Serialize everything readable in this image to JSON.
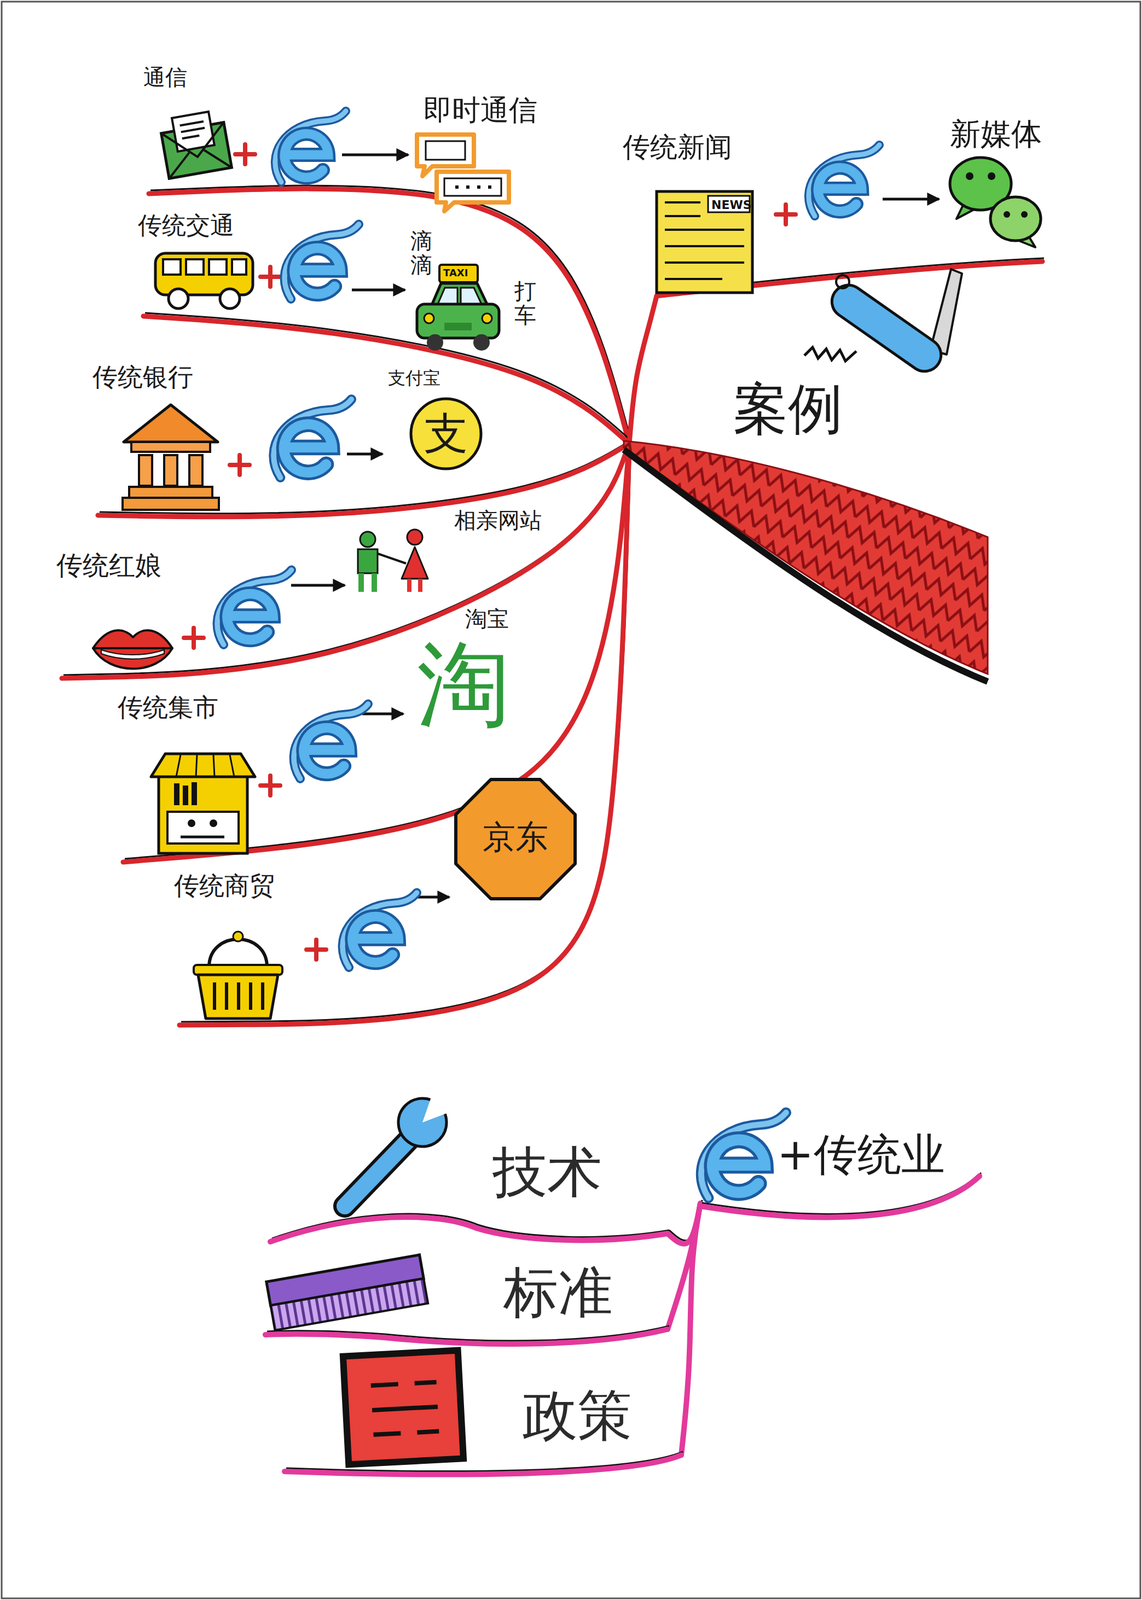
{
  "diagram": {
    "nodes": [
      {
        "text": [
          "案例"
        ]
      },
      {
        "text": [
          "通信"
        ]
      },
      {
        "text": [
          "即时通信"
        ]
      },
      {
        "text": [
          "传统交通"
        ]
      },
      {
        "text": [
          "滴滴",
          "打车"
        ]
      },
      {
        "text": [
          "传统银行"
        ]
      },
      {
        "text": [
          "支付宝",
          "支"
        ]
      },
      {
        "text": [
          "传统红娘"
        ]
      },
      {
        "text": [
          "相亲网站"
        ]
      },
      {
        "text": [
          "传统集市"
        ]
      },
      {
        "text": [
          "淘宝",
          "淘"
        ]
      },
      {
        "text": [
          "传统商贸"
        ]
      },
      {
        "text": [
          "京东"
        ]
      },
      {
        "text": [
          "传统新闻"
        ]
      },
      {
        "text": [
          "新媒体"
        ]
      },
      {
        "text": [
          "+传统业"
        ]
      },
      {
        "text": [
          "技术"
        ]
      },
      {
        "text": [
          "标准"
        ]
      },
      {
        "text": [
          "政策"
        ]
      }
    ],
    "edges": [
      {
        "from": 0,
        "to": 1,
        "arrow": "none"
      },
      {
        "from": 0,
        "to": 3,
        "arrow": "none"
      },
      {
        "from": 0,
        "to": 5,
        "arrow": "none"
      },
      {
        "from": 0,
        "to": 7,
        "arrow": "none"
      },
      {
        "from": 0,
        "to": 9,
        "arrow": "none"
      },
      {
        "from": 0,
        "to": 11,
        "arrow": "none"
      },
      {
        "from": 0,
        "to": 13,
        "arrow": "none"
      },
      {
        "from": 1,
        "to": 2,
        "arrow": "to"
      },
      {
        "from": 3,
        "to": 4,
        "arrow": "to"
      },
      {
        "from": 5,
        "to": 6,
        "arrow": "to"
      },
      {
        "from": 7,
        "to": 8,
        "arrow": "to"
      },
      {
        "from": 9,
        "to": 10,
        "arrow": "to"
      },
      {
        "from": 11,
        "to": 12,
        "arrow": "to"
      },
      {
        "from": 13,
        "to": 14,
        "arrow": "to"
      },
      {
        "from": 15,
        "to": 16,
        "arrow": "none"
      },
      {
        "from": 15,
        "to": 17,
        "arrow": "none"
      },
      {
        "from": 15,
        "to": 18,
        "arrow": "none"
      }
    ],
    "labels": [
      "TAXI",
      "NEWS"
    ]
  }
}
